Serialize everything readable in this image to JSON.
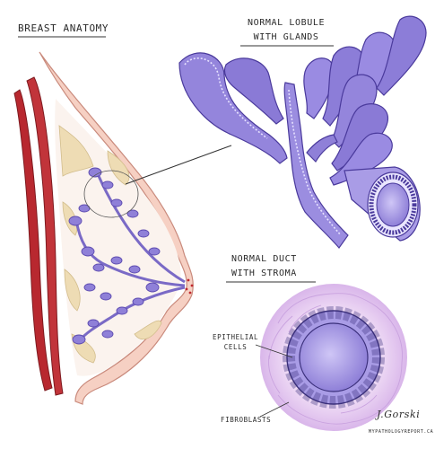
{
  "labels": {
    "breast_anatomy": "BREAST ANATOMY",
    "lobule_line1": "NORMAL LOBULE",
    "lobule_line2": "WITH GLANDS",
    "duct_line1": "NORMAL DUCT",
    "duct_line2": "WITH STROMA",
    "epithelial_line1": "EPITHELIAL",
    "epithelial_line2": "CELLS",
    "fibroblasts": "FIBROBLASTS"
  },
  "signature": {
    "name": "J.Gorski",
    "site": "MYPATHOLOGYREPORT.CA"
  },
  "colors": {
    "skin": "#f6d0c3",
    "skin_outline": "#c98a7c",
    "muscle": "#b8282f",
    "fat": "#eedcb4",
    "gland": "#8f80d8",
    "gland_dark": "#5d4bb0",
    "lumen": "#b9aef0",
    "stroma": "#e5c8f0",
    "nipple_dots": "#c0272d"
  }
}
